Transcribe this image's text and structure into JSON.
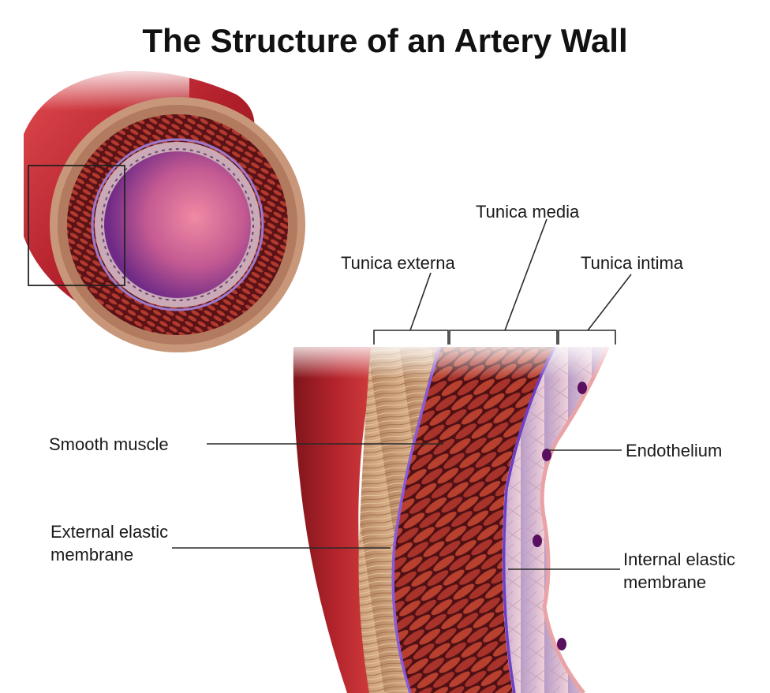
{
  "title": "The Structure of an Artery Wall",
  "labels": {
    "tunica_externa": "Tunica externa",
    "tunica_media": "Tunica media",
    "tunica_intima": "Tunica intima",
    "smooth_muscle": "Smooth muscle",
    "external_elastic_membrane": [
      "External elastic",
      "membrane"
    ],
    "endothelium": "Endothelium",
    "internal_elastic_membrane": [
      "Internal elastic",
      "membrane"
    ]
  },
  "colors": {
    "adventitia": "#c9a27e",
    "muscle": "#a8332b",
    "muscle_dark": "#4a0f12",
    "outer_red": "#b8262e",
    "elastic": "#8a5bd8",
    "intima": "#d7b4c4",
    "lumen_purple": "#7c2f8c",
    "lumen_pink": "#e27590",
    "endothelial_nucleus": "#5a1060"
  }
}
